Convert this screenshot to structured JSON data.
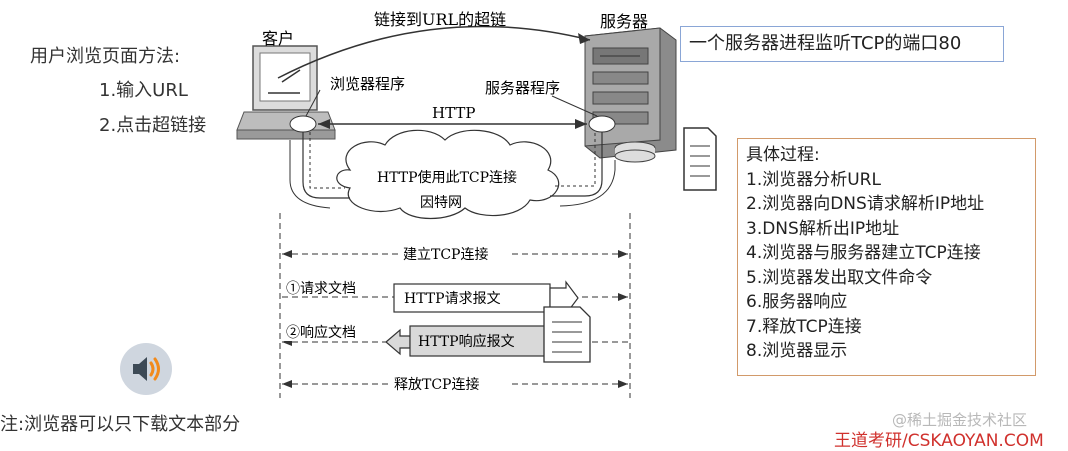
{
  "left_panel": {
    "title": "用户浏览页面方法:",
    "methods": [
      "1.输入URL",
      "2.点击超链接"
    ]
  },
  "diagram": {
    "client_label": "客户",
    "server_label": "服务器",
    "hyperlink_label": "链接到URL的超链",
    "browser_label": "浏览器程序",
    "server_program_label": "服务器程序",
    "http_label": "HTTP",
    "cloud_line1": "HTTP使用此TCP连接",
    "cloud_line2": "因特网",
    "establish_tcp": "建立TCP连接",
    "request_doc": "①请求文档",
    "request_msg": "HTTP请求报文",
    "response_doc": "②响应文档",
    "response_msg": "HTTP响应报文",
    "release_tcp": "释放TCP连接"
  },
  "note_box": {
    "text": "一个服务器进程监听TCP的端口80"
  },
  "process_box": {
    "title": "具体过程:",
    "steps": [
      "1.浏览器分析URL",
      "2.浏览器向DNS请求解析IP地址",
      "3.DNS解析出IP地址",
      "4.浏览器与服务器建立TCP连接",
      "5.浏览器发出取文件命令",
      "6.服务器响应",
      "7.释放TCP连接",
      "8.浏览器显示"
    ]
  },
  "footnote": "注:浏览器可以只下载文本部分",
  "watermark": {
    "community": "@稀土掘金技术社区",
    "site": "王道考研/CSKAOYAN.COM"
  },
  "colors": {
    "note_border": "#8aa6d6",
    "steps_border": "#d29a6a",
    "watermark_red": "#d0312d"
  },
  "icons": {
    "speaker": "speaker-icon",
    "document": "document-icon"
  }
}
